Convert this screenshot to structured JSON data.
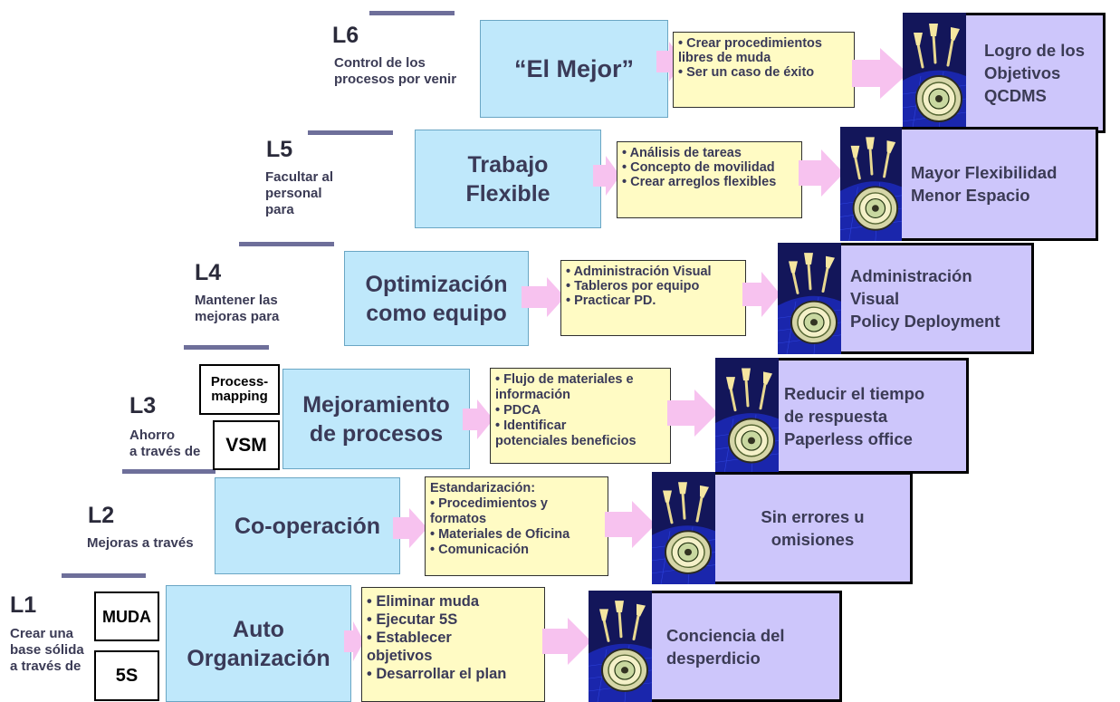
{
  "levels": [
    {
      "num": "L6",
      "desc": [
        "Control de los",
        "procesos por venir"
      ],
      "main": [
        "“El Mejor”"
      ],
      "actions": [
        "• Crear procedimientos",
        "libres de muda",
        "• Ser un caso de éxito"
      ],
      "goal": [
        "Logro de los",
        "Objetivos",
        "QCDMS"
      ]
    },
    {
      "num": "L5",
      "desc": [
        "Facultar al",
        "personal",
        "para"
      ],
      "main": [
        "Trabajo",
        "Flexible"
      ],
      "actions": [
        "• Análisis de tareas",
        "• Concepto de movilidad",
        "• Crear arreglos flexibles"
      ],
      "goal": [
        "Mayor Flexibilidad",
        "Menor Espacio"
      ]
    },
    {
      "num": "L4",
      "desc": [
        "Mantener las",
        "mejoras para"
      ],
      "main": [
        "Optimización",
        "como equipo"
      ],
      "actions": [
        "• Administración Visual",
        "• Tableros por equipo",
        "• Practicar PD."
      ],
      "goal": [
        "Administración",
        "Visual",
        "Policy Deployment"
      ]
    },
    {
      "num": "L3",
      "desc": [
        "Ahorro",
        "a través de"
      ],
      "main": [
        "Mejoramiento",
        "de procesos"
      ],
      "actions": [
        "• Flujo de materiales e",
        "información",
        "•  PDCA",
        "• Identificar",
        "potenciales beneficios"
      ],
      "goal": [
        "Reducir el tiempo",
        "de respuesta",
        "Paperless office"
      ],
      "tags": [
        "Process-mapping",
        "VSM"
      ]
    },
    {
      "num": "L2",
      "desc": [
        "Mejoras a través"
      ],
      "main": [
        "Co-operación"
      ],
      "actions": [
        "Estandarización:",
        "• Procedimientos y",
        "formatos",
        "• Materiales de Oficina",
        "• Comunicación"
      ],
      "goal": [
        "Sin errores u",
        "omisiones"
      ]
    },
    {
      "num": "L1",
      "desc": [
        "Crear una",
        "base sólida",
        "a través de"
      ],
      "main": [
        "Auto",
        "Organización"
      ],
      "actions": [
        "• Eliminar muda",
        "• Ejecutar 5S",
        "• Establecer",
        "objetivos",
        "• Desarrollar el plan"
      ],
      "goal": [
        "Conciencia del",
        "desperdicio"
      ],
      "tags": [
        "MUDA",
        "5S"
      ]
    }
  ],
  "icons": {
    "arrow": "pink-block-arrow",
    "target": "dartboard-with-darts-icon"
  },
  "colors": {
    "main_box": "#bfe8fb",
    "action_box": "#fffbc4",
    "goal_box": "#cdc6fb",
    "arrow": "#f7c2ef",
    "bar": "#6e6f9a",
    "target_bg": "#13165a"
  }
}
